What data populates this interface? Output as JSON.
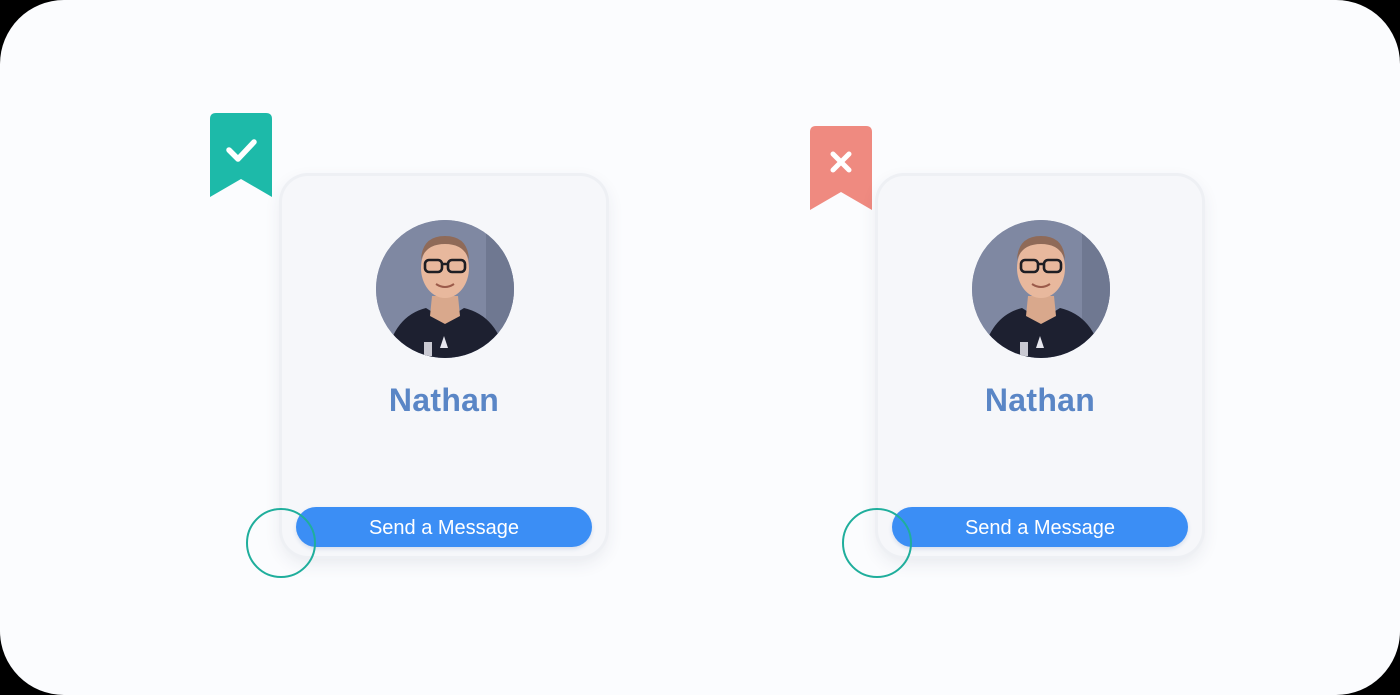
{
  "examples": [
    {
      "verdict": "correct",
      "badge_icon": "check-icon",
      "badge_color": "#1dbaa9",
      "profile": {
        "name": "Nathan"
      },
      "button": {
        "label": "Send a Message",
        "color": "#3b8ef5"
      },
      "touch_target_color": "#1fae9c"
    },
    {
      "verdict": "incorrect",
      "badge_icon": "close-icon",
      "badge_color": "#ef8a80",
      "profile": {
        "name": "Nathan"
      },
      "button": {
        "label": "Send a Message",
        "color": "#3b8ef5"
      },
      "touch_target_color": "#1fae9c"
    }
  ],
  "colors": {
    "background": "#fbfcfe",
    "card": "#f6f7fa",
    "name_text": "#5a86c6"
  }
}
